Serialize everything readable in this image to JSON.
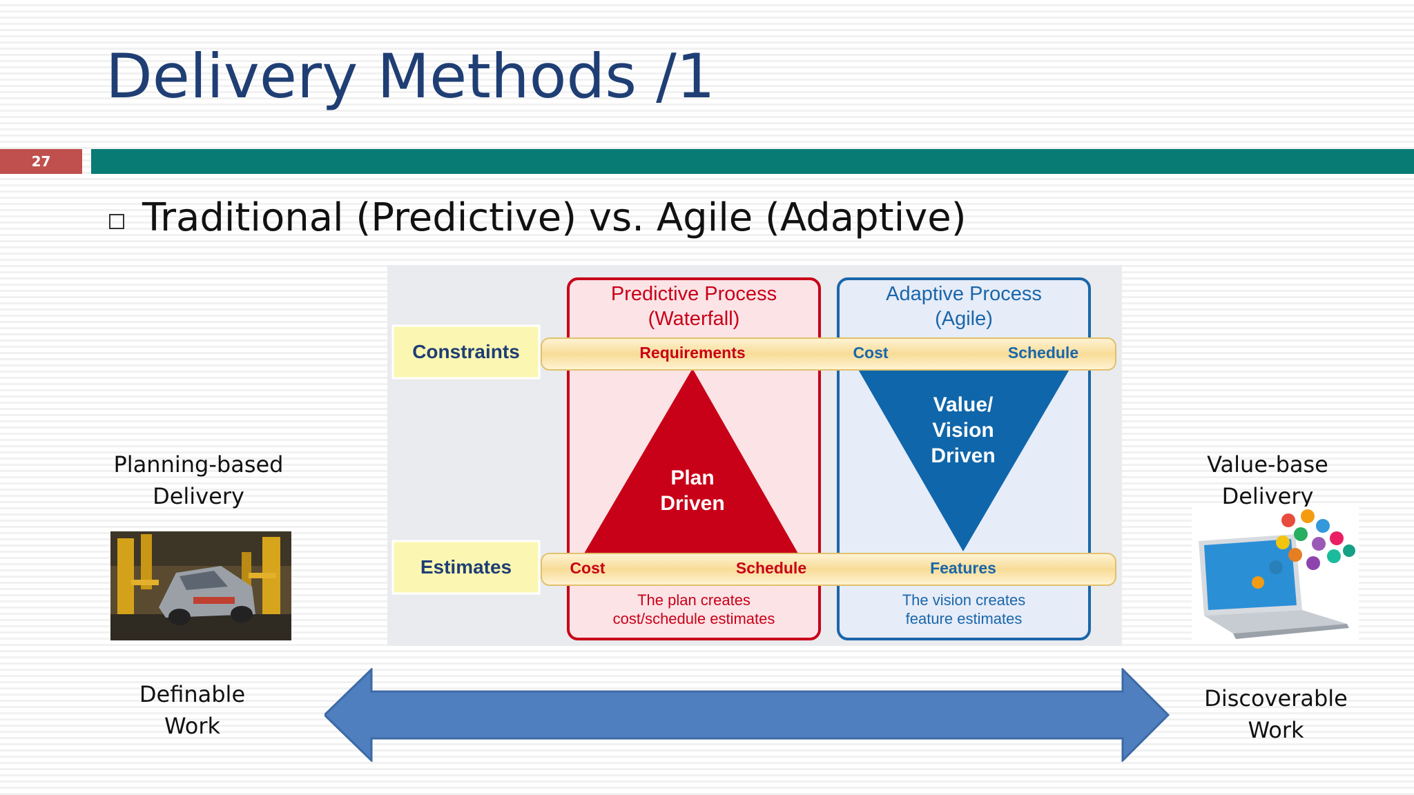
{
  "slide": {
    "title": "Delivery Methods /1",
    "number": "27",
    "bullet": "Traditional (Predictive) vs. Agile (Adaptive)"
  },
  "left": {
    "top_label": [
      "Planning-based",
      "Delivery"
    ],
    "bottom_label": [
      "Definable",
      "Work"
    ]
  },
  "right": {
    "top_label": [
      "Value-base",
      "Delivery"
    ],
    "bottom_label": [
      "Discoverable",
      "Work"
    ]
  },
  "diagram": {
    "predictive_title": [
      "Predictive Process",
      "(Waterfall)"
    ],
    "adaptive_title": [
      "Adaptive Process",
      "(Agile)"
    ],
    "constraints_label": "Constraints",
    "estimates_label": "Estimates",
    "constraints_items": [
      "Requirements",
      "Cost",
      "Schedule"
    ],
    "estimates_items": [
      "Cost",
      "Schedule",
      "Features"
    ],
    "plan_driven": [
      "Plan",
      "Driven"
    ],
    "value_driven": [
      "Value/",
      "Vision",
      "Driven"
    ],
    "predictive_caption": [
      "The plan creates",
      "cost/schedule estimates"
    ],
    "adaptive_caption": [
      "The vision creates",
      "feature estimates"
    ]
  },
  "colors": {
    "title": "#1f3e74",
    "slide_number_bg": "#c0504d",
    "bar": "#077b74",
    "predictive": "#c00018",
    "adaptive": "#0f66aa",
    "arrow": "#4f7fbf"
  }
}
